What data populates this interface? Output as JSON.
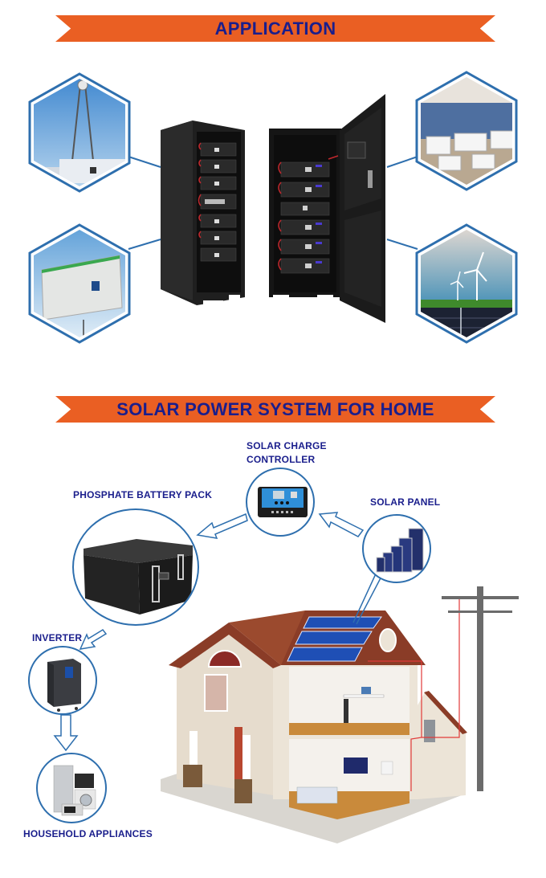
{
  "banners": {
    "application": "APPLICATION",
    "solar_system": "SOLAR POWER SYSTEM FOR HOME"
  },
  "application_section": {
    "scenes": [
      {
        "id": "telecom-tower",
        "name": "Telecom tower station"
      },
      {
        "id": "container-storage",
        "name": "Containerized energy storage"
      },
      {
        "id": "solar-farm-storage",
        "name": "Solar farm with storage units"
      },
      {
        "id": "wind-solar",
        "name": "Wind and solar power plant"
      }
    ],
    "center_product": "Battery rack cabinets (closed and open door)"
  },
  "solar_system_section": {
    "labels": {
      "charge_controller_line1": "SOLAR CHARGE",
      "charge_controller_line2": "CONTROLLER",
      "battery_pack": "PHOSPHATE BATTERY PACK",
      "solar_panel": "SOLAR PANEL",
      "inverter": "INVERTER",
      "appliances": "HOUSEHOLD APPLIANCES"
    },
    "flow": [
      "SOLAR PANEL",
      "SOLAR CHARGE CONTROLLER",
      "PHOSPHATE BATTERY PACK",
      "INVERTER",
      "HOUSEHOLD APPLIANCES"
    ]
  },
  "colors": {
    "ribbon": "#ea5f23",
    "title_text": "#1a1e8c",
    "outline_blue": "#2e6fae"
  }
}
